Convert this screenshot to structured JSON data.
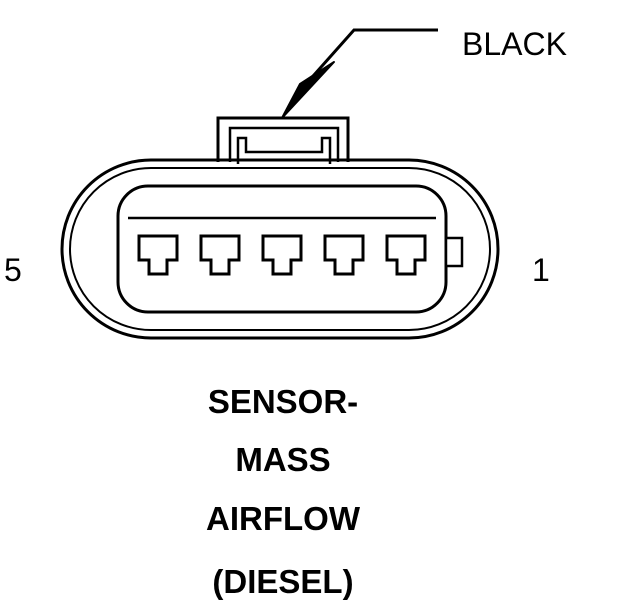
{
  "connector": {
    "color_label": "BLACK",
    "pin_left_label": "5",
    "pin_right_label": "1",
    "cavity_count": 5,
    "title_lines": [
      "SENSOR-",
      "MASS",
      "AIRFLOW",
      "(DIESEL)"
    ]
  },
  "colors": {
    "line": "#000000",
    "background": "#ffffff"
  }
}
